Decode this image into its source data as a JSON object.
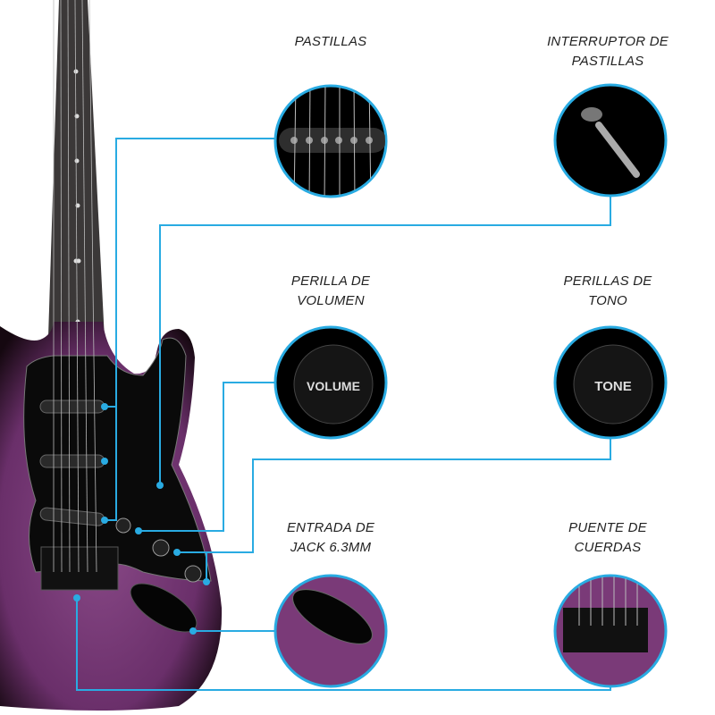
{
  "colors": {
    "callout": "#29abe2",
    "body_purple": "#7a3a78",
    "pickguard": "#0a0a0a",
    "fretboard": "#3b3838"
  },
  "callouts": [
    {
      "id": "pickups",
      "label_line1": "PASTILLAS",
      "label_line2": ""
    },
    {
      "id": "pickup-switch",
      "label_line1": "INTERRUPTOR DE",
      "label_line2": "PASTILLAS"
    },
    {
      "id": "volume-knob",
      "label_line1": "PERILLA DE",
      "label_line2": "VOLUMEN"
    },
    {
      "id": "tone-knobs",
      "label_line1": "PERILLAS DE",
      "label_line2": "TONO"
    },
    {
      "id": "jack-input",
      "label_line1": "ENTRADA DE",
      "label_line2": "JACK 6.3MM"
    },
    {
      "id": "bridge",
      "label_line1": "PUENTE DE",
      "label_line2": "CUERDAS"
    }
  ],
  "knob_text": {
    "volume": "VOLUME",
    "tone": "TONE"
  }
}
